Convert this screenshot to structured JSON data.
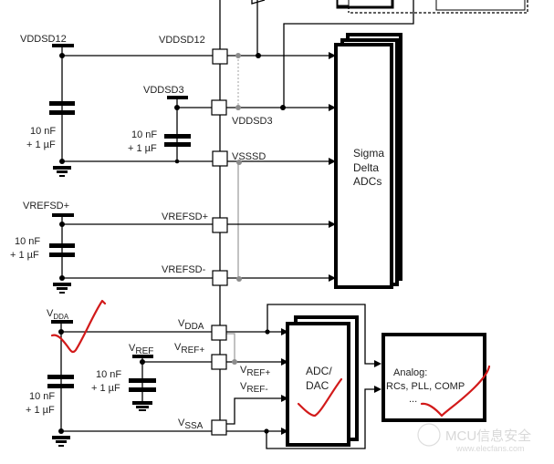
{
  "diagram": {
    "type": "power-supply-schematic",
    "accent_color": "#d21a1a",
    "decoupling": [
      {
        "rail": "VDDSD12",
        "value_line1": "10 nF",
        "value_line2": "+ 1 µF"
      },
      {
        "rail": "VDDSD3",
        "value_line1": "10 nF",
        "value_line2": "+ 1 µF"
      },
      {
        "rail": "VREFSD+",
        "value_line1": "10 nF",
        "value_line2": "+ 1 µF"
      },
      {
        "rail_main": "V",
        "rail_sub": "DDA",
        "value_line1": "10 nF",
        "value_line2": "+ 1 µF"
      },
      {
        "rail_main": "V",
        "rail_sub": "REF",
        "value_line1": "10 nF",
        "value_line2": "+ 1 µF"
      }
    ],
    "pins": [
      {
        "label": "VDDSD12"
      },
      {
        "label": "VDDSD3"
      },
      {
        "label": "VSSSD"
      },
      {
        "label": "VREFSD+"
      },
      {
        "label": "VREFSD-"
      },
      {
        "main": "V",
        "sub": "DDA"
      },
      {
        "main": "V",
        "sub": "REF+"
      },
      {
        "main": "V",
        "sub": "SSA"
      }
    ],
    "internal_labels": {
      "vddsd3": "VDDSD3",
      "vref_plus_main": "V",
      "vref_plus_sub": "REF+",
      "vref_minus_main": "V",
      "vref_minus_sub": "REF-"
    },
    "blocks": {
      "sigma_delta": [
        "Sigma",
        "Delta",
        "ADCs"
      ],
      "adc_dac": [
        "ADC/",
        "DAC"
      ],
      "analog": [
        "Analog:",
        "RCs, PLL, COMP",
        "..."
      ]
    },
    "annotations": [
      {
        "name": "checkmark-vdda",
        "color": "#d21a1a"
      },
      {
        "name": "checkmark-adc-dac",
        "color": "#d21a1a"
      },
      {
        "name": "checkmark-analog",
        "color": "#d21a1a"
      }
    ],
    "watermark": {
      "line1": "MCU信息安全",
      "line2": "www.elecfans.com"
    }
  }
}
